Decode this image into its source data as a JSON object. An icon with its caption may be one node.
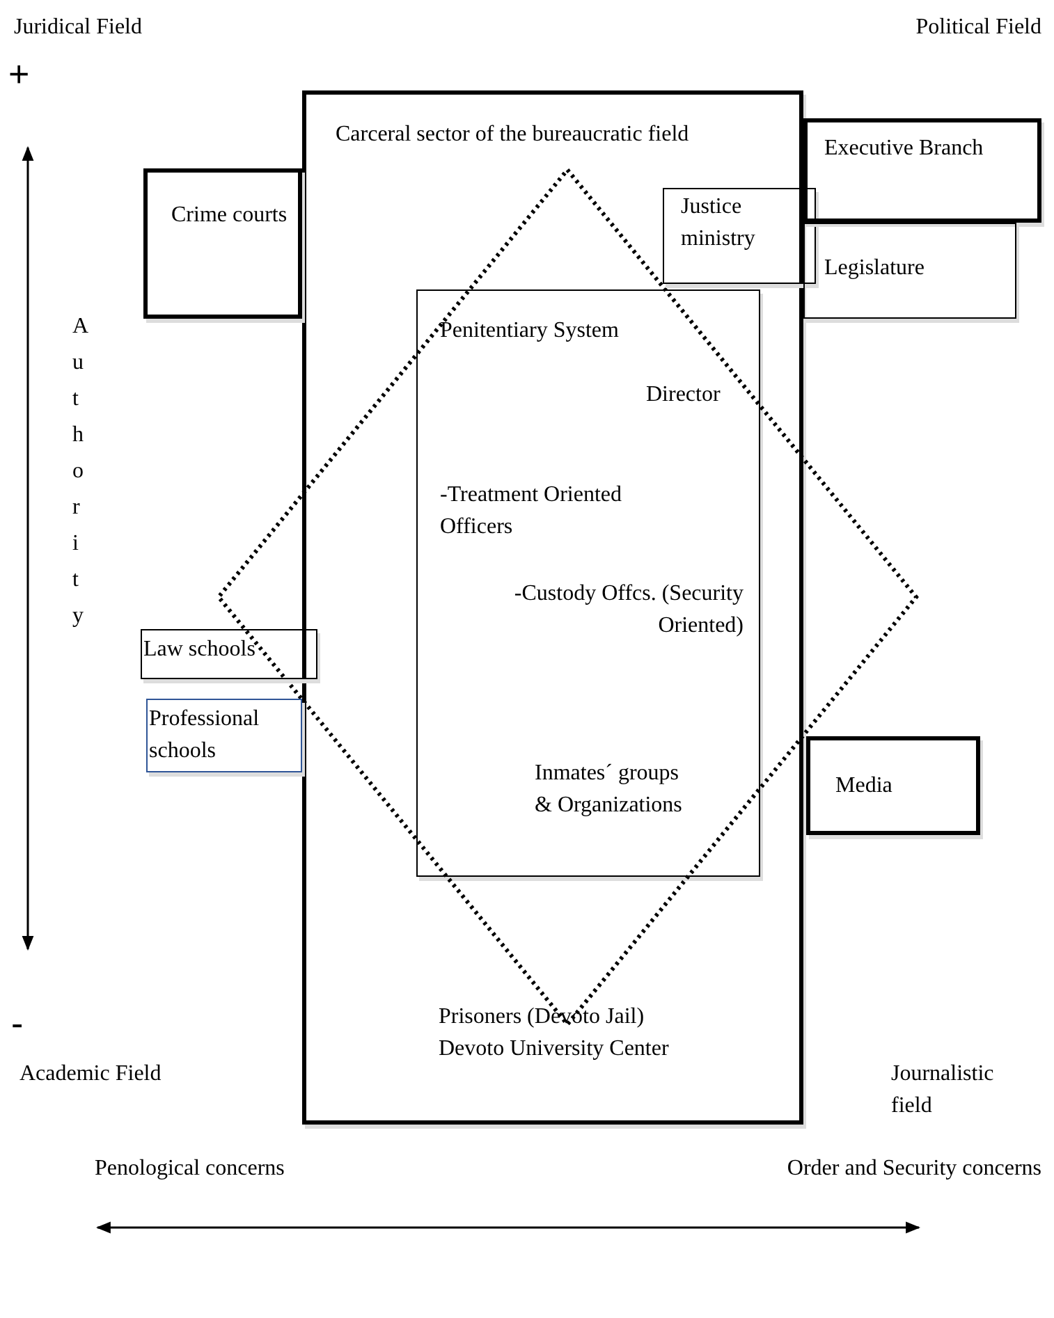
{
  "diagram": {
    "nodes": [
      {
        "text": [
          "Carceral sector of the bureaucratic field",
          "Prisoners (Devoto Jail)",
          "Devoto University Center"
        ]
      },
      {
        "text": [
          "Penitentiary System",
          "Director",
          "-Treatment Oriented Officers",
          "-Custody  Offcs. (Security Oriented)",
          "Inmates´ groups  & Organizations"
        ],
        "in": 0
      },
      {
        "text": [],
        "shape": "diamond"
      },
      {
        "text": [
          "Crime courts"
        ]
      },
      {
        "text": [
          "Justice ministry"
        ]
      },
      {
        "text": [
          "Executive Branch"
        ]
      },
      {
        "text": [
          "Legislature"
        ]
      },
      {
        "text": [
          "Law schools"
        ]
      },
      {
        "text": [
          "Professional schools"
        ]
      },
      {
        "text": [
          "Media"
        ]
      }
    ],
    "labels": [
      "Juridical Field",
      "Political Field",
      "+",
      "Authority",
      "-",
      "Academic Field",
      "Journalistic field",
      "Penological concerns",
      "Order and Security concerns"
    ]
  }
}
